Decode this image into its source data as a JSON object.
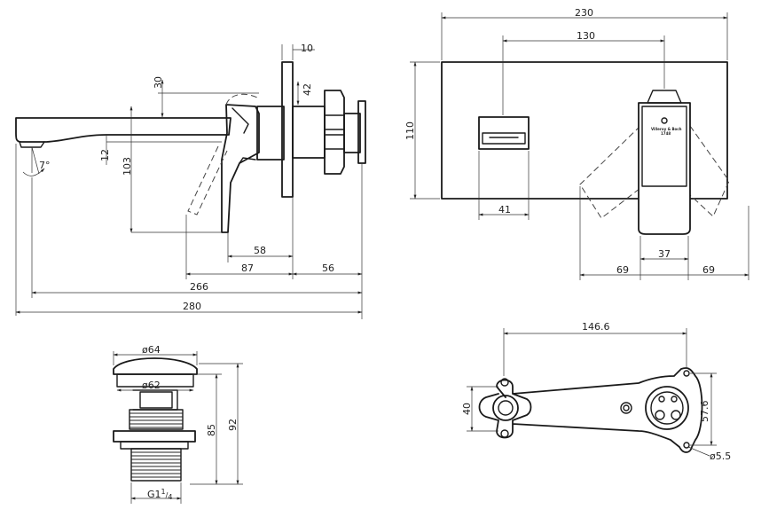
{
  "side_view": {
    "dims": {
      "d10": "10",
      "d30": "30",
      "d42": "42",
      "d12": "12",
      "d103": "103",
      "angle": "7°",
      "d58": "58",
      "d87": "87",
      "d56": "56",
      "d266": "266",
      "d280": "280"
    }
  },
  "front_view": {
    "dims": {
      "d230": "230",
      "d130": "130",
      "d110": "110",
      "d41": "41",
      "d69_left": "69",
      "d37": "37",
      "d69_right": "69"
    },
    "brand_line1": "Villeroy & Boch",
    "brand_line2": "1748"
  },
  "waste_view": {
    "dims": {
      "d64": "ø64",
      "d62": "ø62",
      "d85": "85",
      "d92": "92",
      "thread_main": "G1",
      "thread_sup": "1",
      "thread_sub": "4"
    }
  },
  "bracket_view": {
    "dims": {
      "d146": "146.6",
      "d40": "40",
      "d57": "57.6",
      "d55": "ø5.5"
    }
  },
  "colors": {
    "line": "#1a1a1a",
    "background": "#ffffff"
  }
}
